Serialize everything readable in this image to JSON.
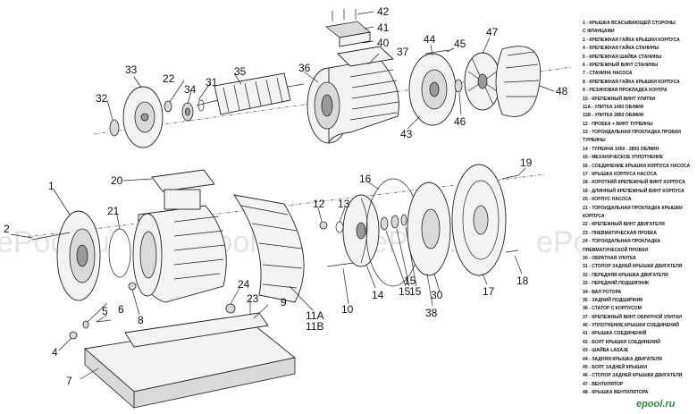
{
  "callouts": {
    "n1": "1",
    "n2": "2",
    "n4": "4",
    "n5": "5",
    "n6": "6",
    "n7": "7",
    "n8": "8",
    "n9": "9",
    "n10": "10",
    "n11a": "11A",
    "n11b": "11B",
    "n12": "12",
    "n13": "13",
    "n14": "14",
    "n15a": "15",
    "n15b": "15",
    "n15c": "15",
    "n16": "16",
    "n17": "17",
    "n18": "18",
    "n19": "19",
    "n20": "20",
    "n21": "21",
    "n22": "22",
    "n23": "23",
    "n24": "24",
    "n30": "30",
    "n31": "31",
    "n32": "32",
    "n33": "33",
    "n34": "34",
    "n35": "35",
    "n36": "36",
    "n37": "37",
    "n38": "38",
    "n40": "40",
    "n41": "41",
    "n42": "42",
    "n43": "43",
    "n44": "44",
    "n45": "45",
    "n46": "46",
    "n47": "47",
    "n48": "48"
  },
  "watermark": "ePool.ru",
  "brand": "epool.ru",
  "legend": [
    "1 - КРЫШКА ВСАСЫВАЮЩЕЙ СТОРОНЫ",
    "С ФЛАНЦАМИ",
    "2 - КРЕПЕЖНАЯ ГАЙКА КРЫШКИ КОРПУСА",
    "4 - КРЕПЕЖНАЯ ГАЙКА СТАНИНЫ",
    "5 - КРЕПЕЖНАЯ ШАЙБА СТАНИНЫ",
    "6 - КРЕПЕЖНЫЙ ВИНТ СТАНИНЫ",
    "7 - СТАНИНА НАСОСА",
    "8 - КРЕПЕЖНАЯ ГАЙКА КРЫШКИ КОРПУСА",
    "9 - РЕЗИНОВАЯ ПРОКЛАДКА КОНТРА",
    "10 - КРЕПЕЖНЫЙ ВИНТ УЛИТКИ",
    "11A - УЛИТКА 1450 ОБ/МИН",
    "11B - УЛИТКА 2850 ОБ/МИН",
    "12 - ПРОБКА + ВИНТ ТУРБИНЫ",
    "13 - ТОРОИДАЛЬНАЯ ПРОКЛАДКА ПРОБКИ",
    "ТУРБИНЫ",
    "14 - ТУРБИНА 1450 - 2850 ОБ/МИН",
    "15 - МЕХАНИЧЕСКОЕ УПЛОТНЕНИЕ",
    "16 - СОЕДИНЕНИЕ КРЫШКИ КОРПУСА НАСОСА",
    "17 - КРЫШКА КОРПУСА НАСОСА",
    "18 - КОРОТКИЙ КРЕПЕЖНЫЙ ВИНТ КОРПУСА",
    "19 - ДЛИННЫЙ КРЕПЕЖНЫЙ ВИНТ КОРПУСА",
    "20 - КОРПУС НАСОСА",
    "21 - ТОРОИДАЛЬНАЯ ПРОКЛАДКА КРЫШКИ",
    "КОРПУСА",
    "22 - КРЕПЕЖНЫЙ ВИНТ ДВИГАТЕЛЯ",
    "23 - ПНЕВМАТИЧЕСКАЯ ПРОБКА",
    "24 - ТОРОИДАЛЬНАЯ ПРОКЛАДКА",
    "ПНЕВМАТИЧЕСКОЙ ПРОБКИ",
    "30 - ОБРАТНАЯ УЛИТКА",
    "31 - СТОПОР ЗАДНЕЙ КРЫШКИ ДВИГАТЕЛЯ",
    "32 - ПЕРЕДНЯЯ КРЫШКА ДВИГАТЕЛЯ",
    "33 - ПЕРЕДНИЙ ПОДШИПНИК",
    "34 - ВАЛ РОТОРА",
    "35 - ЗАДНИЙ ПОДШИПНИК",
    "36 - СТАТОР С КОРПУСОМ",
    "37 - КРЕПЕЖНЫЙ ВИНТ ОБРАТНОЙ УЛИТКИ",
    "40 - УПЛОТНЕНИЕ КРЫШКИ СОЕДИНЕНИЙ",
    "41 - КРЫШКА СОЕДИНЕНИЙ",
    "42 - БОЛТ КРЫШКИ СОЕДИНЕНИЙ",
    "43 - ШАЙБА LASAJE",
    "44 - ЗАДНЯЯ КРЫШКА ДВИГАТЕЛЯ",
    "45 - БОЛТ ЗАДНЕЙ КРЫШКИ",
    "46 - СТОПОР ЗАДНЕЙ КРЫШКИ ДВИГАТЕЛЯ",
    "47 - ВЕНТИЛЯТОР",
    "48 - КРЫШКА ВЕНТИЛЯТОРА"
  ]
}
